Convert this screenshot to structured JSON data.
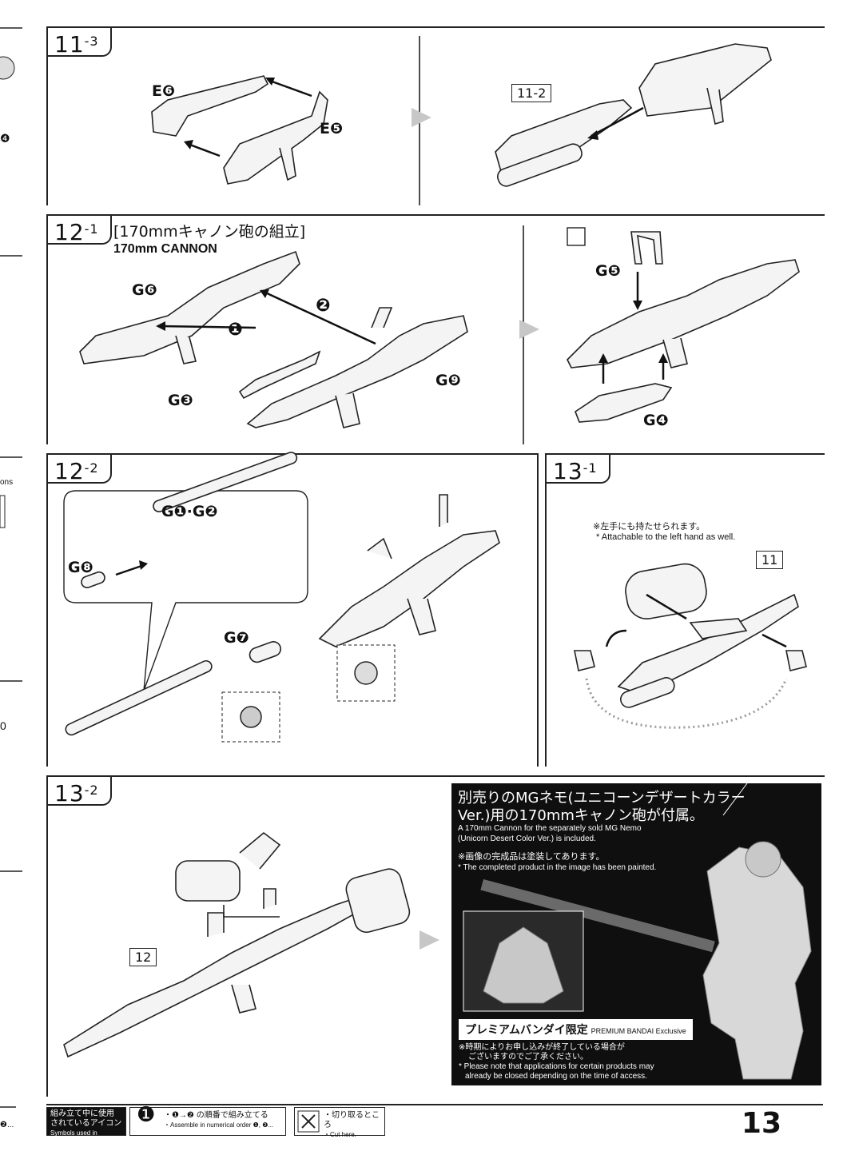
{
  "steps": {
    "s11_3": {
      "num": "11",
      "sub": "3",
      "label_e6": "E❻",
      "label_e5": "E❺",
      "ref": "11-2"
    },
    "s12_1": {
      "num": "12",
      "sub": "1",
      "title_jp": "[170mmキャノン砲の組立]",
      "title_en": "170mm CANNON",
      "g6": "G❻",
      "g3": "G❸",
      "g9": "G❾",
      "g5": "G❺",
      "g4": "G❹",
      "order1": "❶",
      "order2": "❷"
    },
    "s12_2": {
      "num": "12",
      "sub": "2",
      "g12": "G❶·G❷",
      "g8": "G❽",
      "g7": "G❼"
    },
    "s13_1": {
      "num": "13",
      "sub": "1",
      "note_jp": "※左手にも持たせられます。",
      "note_en": "* Attachable to the left hand as well.",
      "ref": "11"
    },
    "s13_2": {
      "num": "13",
      "sub": "2",
      "ref": "12"
    }
  },
  "promo": {
    "title_jp_1": "別売りのMGネモ(ユニコーンデザートカラー",
    "title_jp_2": "Ver.)用の170mmキャノン砲が付属。",
    "title_en_1": "A 170mm Cannon for the separately sold MG Nemo",
    "title_en_2": "(Unicorn Desert Color Ver.) is included.",
    "note_jp": "※画像の完成品は塗装してあります。",
    "note_en": "* The completed product in the image has been painted.",
    "badge_jp": "プレミアムバンダイ限定",
    "badge_en": "PREMIUM BANDAI Exclusive",
    "note2_jp_1": "※時期によりお申し込みが終了している場合が",
    "note2_jp_2": "ございますのでご了承ください。",
    "note2_en_1": "* Please note that applications for certain products may",
    "note2_en_2": "already be closed depending on the time of access."
  },
  "footer": {
    "legend_jp_1": "組み立て中に使用",
    "legend_jp_2": "されているアイコン",
    "legend_en": "Symbols used in instructions",
    "order_jp": "・❶→❷ の順番で組み立てる",
    "order_en": "・Assemble in numerical order ❶, ❷...",
    "cut_jp": "・切り取るところ",
    "cut_en": "・Cut here.",
    "order_icon": "❶",
    "page_number": "13"
  },
  "left_edge": {
    "t1": "❹",
    "t2": "ons",
    "t3": "0",
    "t4": "❷..."
  }
}
